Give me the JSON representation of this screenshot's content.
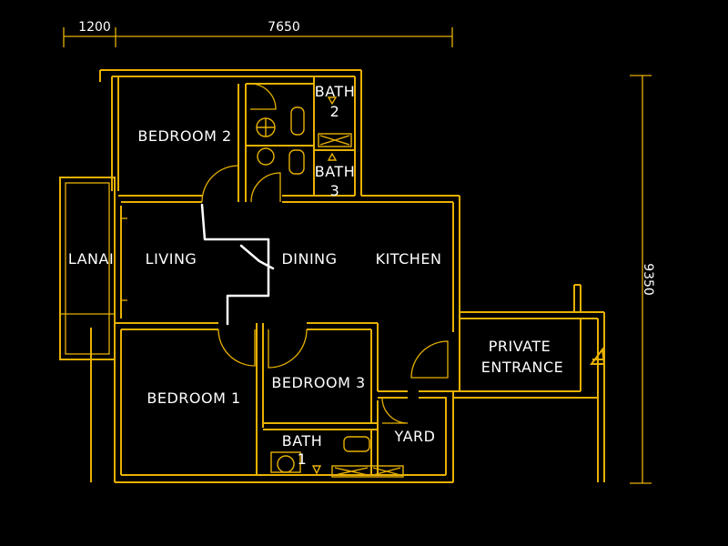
{
  "plan": {
    "colors": {
      "background": "#000000",
      "lines": "#e8b100",
      "text": "#ffffff",
      "path": "#ffffff"
    },
    "dimensions": {
      "top_left": "1200",
      "top_main": "7650",
      "right_height": "9350"
    },
    "rooms": {
      "bedroom_2": "BEDROOM 2",
      "bath_2_a": "BATH",
      "bath_2_b": "2",
      "bath_3_a": "BATH",
      "bath_3_b": "3",
      "lanai": "LANAI",
      "living": "LIVING",
      "dining": "DINING",
      "kitchen": "KITCHEN",
      "private_entrance_a": "PRIVATE",
      "private_entrance_b": "ENTRANCE",
      "bedroom_1": "BEDROOM 1",
      "bedroom_3": "BEDROOM 3",
      "bath_1_a": "BATH",
      "bath_1_b": "1",
      "yard": "YARD"
    },
    "icons": {
      "entrance": "entrance-arrow-icon"
    }
  }
}
